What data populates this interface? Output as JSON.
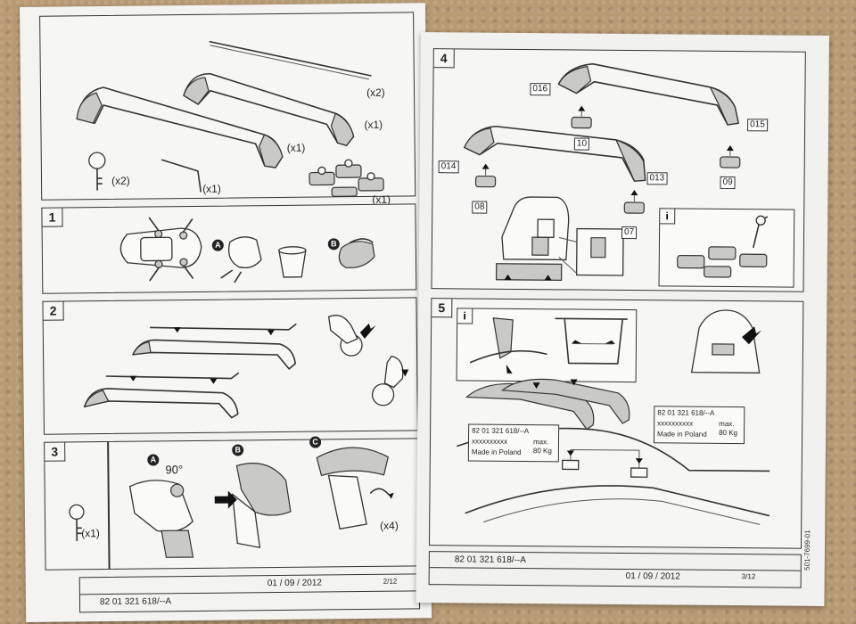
{
  "left_page": {
    "parts_panel": {
      "qty_rail": "(x2)",
      "qty_bar_a": "(x1)",
      "qty_bar_b": "(x1)",
      "qty_key": "(x2)",
      "qty_allen": "(x1)",
      "qty_feet": "(x1)"
    },
    "step1": {
      "number": "1",
      "letter_a": "A",
      "letter_b": "B"
    },
    "step2": {
      "number": "2"
    },
    "step3": {
      "number": "3",
      "qty_key": "(x1)",
      "letter_a": "A",
      "angle": "90°",
      "letter_b": "B",
      "letter_c": "C",
      "qty_caps": "(x4)"
    },
    "footer": {
      "ref": "82 01 321 618/--A",
      "date": "01 / 09 / 2012",
      "page": "2/12"
    },
    "side_code": "501-7699-01"
  },
  "right_page": {
    "step4": {
      "number": "4",
      "codes": [
        "016",
        "10",
        "015",
        "014",
        "09",
        "013",
        "08",
        "07"
      ],
      "info_letter": "i"
    },
    "step5": {
      "number": "5",
      "info_letter": "i",
      "label_ref": "82 01 321 618/--A",
      "label_ref_b": "82 01 321 618/--A",
      "label_serial": "xxxxxxxxxx",
      "label_origin": "Made in Poland",
      "label_max": "max.",
      "label_weight": "80 Kg"
    },
    "footer": {
      "ref": "82 01 321 618/--A",
      "date": "01 / 09 / 2012",
      "page": "3/12"
    },
    "side_code": "501-7699-01"
  }
}
